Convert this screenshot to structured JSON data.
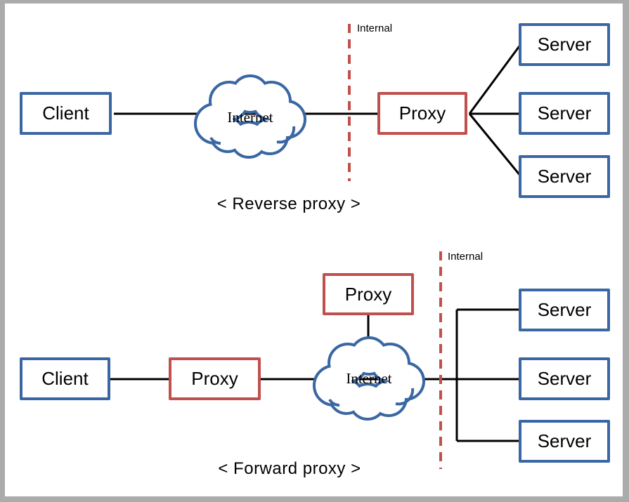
{
  "colors": {
    "node_border_blue": "#3a67a3",
    "node_border_red": "#c0504d",
    "connector_black": "#000000",
    "boundary_dashed_red": "#c0504d",
    "frame_gray": "#ababab"
  },
  "reverse": {
    "caption": "< Reverse proxy >",
    "client_label": "Client",
    "proxy_label": "Proxy",
    "internet_label": "Internet",
    "internal_label": "Internal",
    "servers": [
      "Server",
      "Server",
      "Server"
    ]
  },
  "forward": {
    "caption": "< Forward proxy >",
    "client_label": "Client",
    "proxy_label": "Proxy",
    "top_proxy_label": "Proxy",
    "internet_label": "Internet",
    "internal_label": "Internal",
    "servers": [
      "Server",
      "Server",
      "Server"
    ]
  }
}
